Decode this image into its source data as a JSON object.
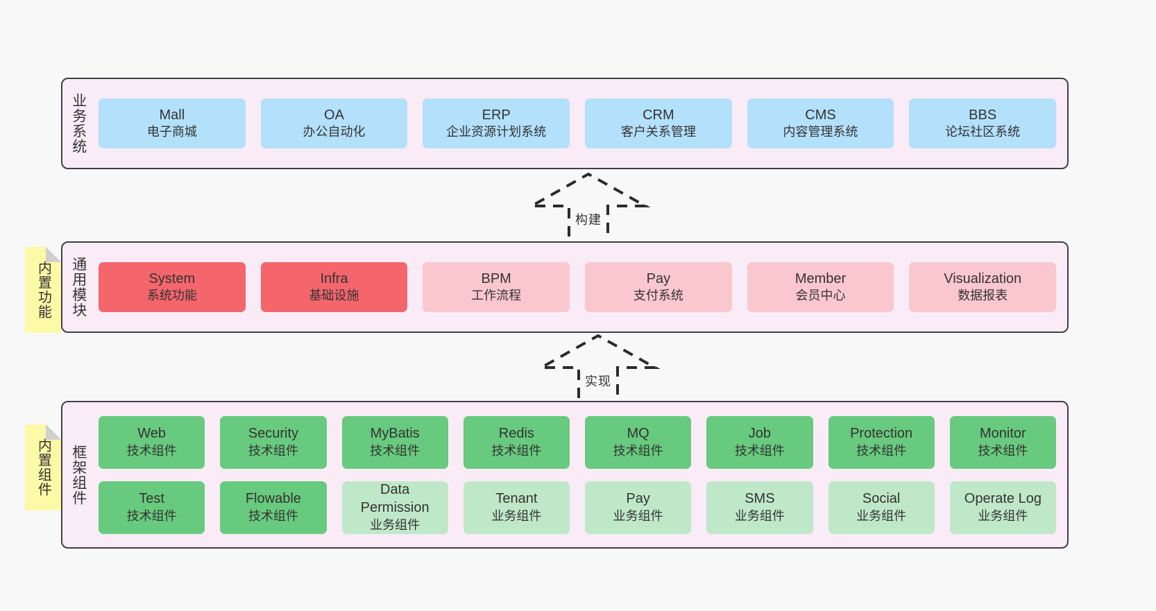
{
  "diagram": {
    "background_color": "#f8f8f8",
    "layer_fill": "#f9ecf6",
    "layer_border": "#3f3f46",
    "sticky_color": "#fcfaa6",
    "colors": {
      "blue": "#b3e0fb",
      "red": "#f4656c",
      "pink": "#fbc7ce",
      "green": "#68ca7e",
      "light_green": "#bfe8c9"
    }
  },
  "sticky_notes": {
    "builtin_function": "内置功能",
    "builtin_component": "内置组件"
  },
  "connectors": [
    {
      "name": "build",
      "label": "构建",
      "style": "dashed-hollow-arrow-up"
    },
    {
      "name": "implement",
      "label": "实现",
      "style": "dashed-hollow-arrow-up"
    }
  ],
  "layers": [
    {
      "id": "business",
      "title": "业务系统",
      "rows": [
        {
          "cards": [
            {
              "name": "Mall",
              "desc": "电子商城",
              "color": "blue"
            },
            {
              "name": "OA",
              "desc": "办公自动化",
              "color": "blue"
            },
            {
              "name": "ERP",
              "desc": "企业资源计划系统",
              "color": "blue"
            },
            {
              "name": "CRM",
              "desc": "客户关系管理",
              "color": "blue"
            },
            {
              "name": "CMS",
              "desc": "内容管理系统",
              "color": "blue"
            },
            {
              "name": "BBS",
              "desc": "论坛社区系统",
              "color": "blue"
            }
          ]
        }
      ]
    },
    {
      "id": "common",
      "title": "通用模块",
      "rows": [
        {
          "cards": [
            {
              "name": "System",
              "desc": "系统功能",
              "color": "red"
            },
            {
              "name": "Infra",
              "desc": "基础设施",
              "color": "red"
            },
            {
              "name": "BPM",
              "desc": "工作流程",
              "color": "pink"
            },
            {
              "name": "Pay",
              "desc": "支付系统",
              "color": "pink"
            },
            {
              "name": "Member",
              "desc": "会员中心",
              "color": "pink"
            },
            {
              "name": "Visualization",
              "desc": "数据报表",
              "color": "pink"
            }
          ]
        }
      ]
    },
    {
      "id": "framework",
      "title": "框架组件",
      "rows": [
        {
          "cards": [
            {
              "name": "Web",
              "desc": "技术组件",
              "color": "green"
            },
            {
              "name": "Security",
              "desc": "技术组件",
              "color": "green"
            },
            {
              "name": "MyBatis",
              "desc": "技术组件",
              "color": "green"
            },
            {
              "name": "Redis",
              "desc": "技术组件",
              "color": "green"
            },
            {
              "name": "MQ",
              "desc": "技术组件",
              "color": "green"
            },
            {
              "name": "Job",
              "desc": "技术组件",
              "color": "green"
            },
            {
              "name": "Protection",
              "desc": "技术组件",
              "color": "green"
            },
            {
              "name": "Monitor",
              "desc": "技术组件",
              "color": "green"
            }
          ]
        },
        {
          "cards": [
            {
              "name": "Test",
              "desc": "技术组件",
              "color": "green"
            },
            {
              "name": "Flowable",
              "desc": "技术组件",
              "color": "green"
            },
            {
              "name": "Data Permission",
              "desc": "业务组件",
              "color": "light_green"
            },
            {
              "name": "Tenant",
              "desc": "业务组件",
              "color": "light_green"
            },
            {
              "name": "Pay",
              "desc": "业务组件",
              "color": "light_green"
            },
            {
              "name": "SMS",
              "desc": "业务组件",
              "color": "light_green"
            },
            {
              "name": "Social",
              "desc": "业务组件",
              "color": "light_green"
            },
            {
              "name": "Operate Log",
              "desc": "业务组件",
              "color": "light_green"
            }
          ]
        }
      ]
    }
  ]
}
